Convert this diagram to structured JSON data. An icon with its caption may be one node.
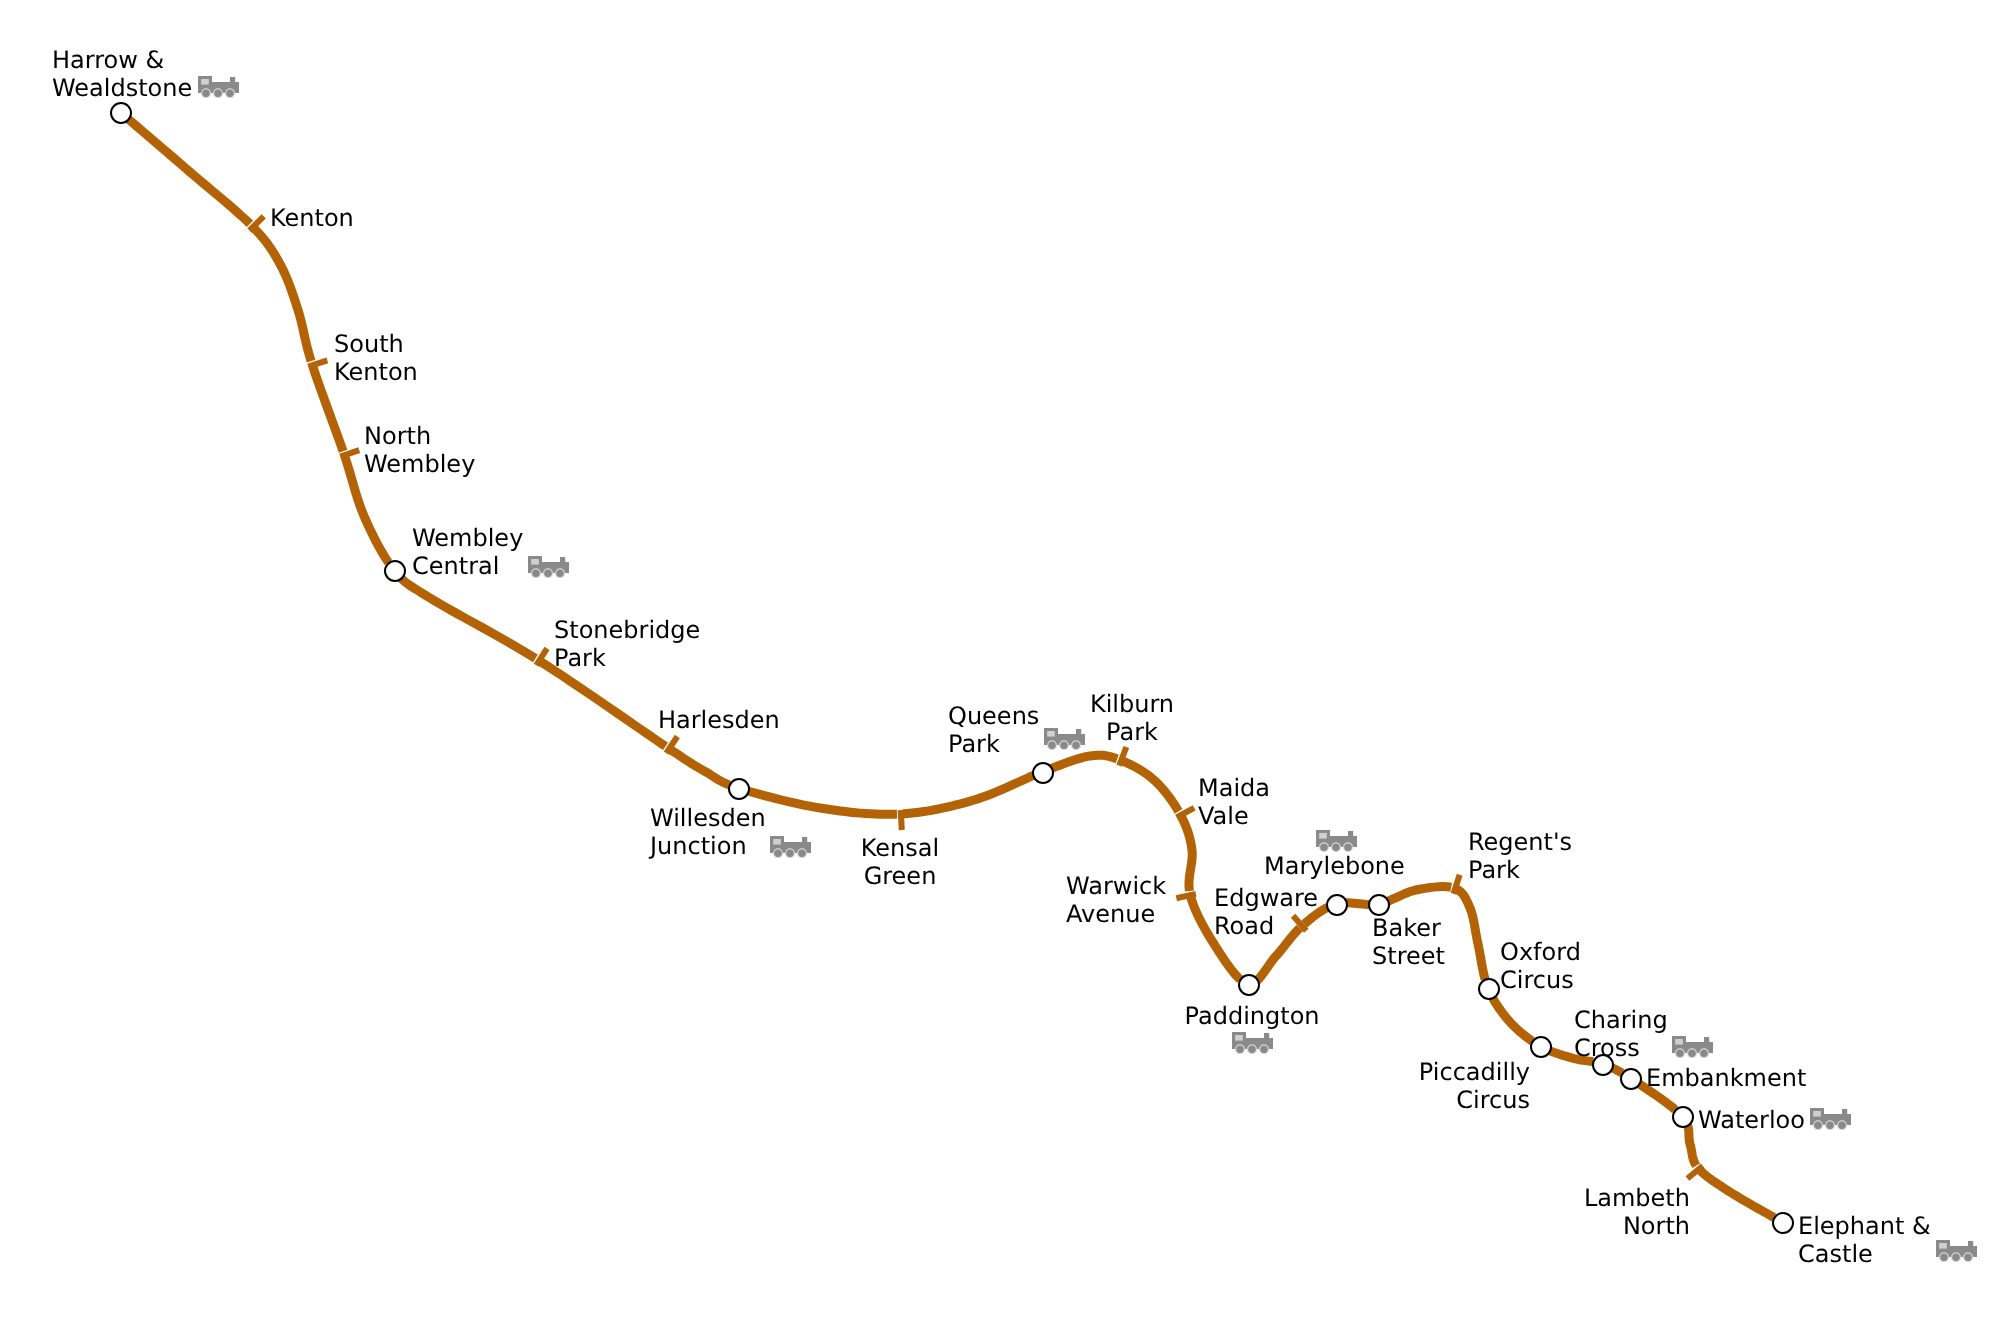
{
  "diagram": {
    "nodes": [
      {
        "text": [],
        "shape": "circle",
        "beside": [
          "Harrow & Wealdstone"
        ]
      },
      {
        "text": [],
        "shape": "bar",
        "beside": [
          "Kenton"
        ]
      },
      {
        "text": [],
        "shape": "bar",
        "beside": [
          "South Kenton"
        ]
      },
      {
        "text": [],
        "shape": "bar",
        "beside": [
          "North Wembley"
        ]
      },
      {
        "text": [],
        "shape": "circle",
        "beside": [
          "Wembley Central"
        ]
      },
      {
        "text": [],
        "shape": "bar",
        "beside": [
          "Stonebridge Park"
        ]
      },
      {
        "text": [],
        "shape": "bar",
        "beside": [
          "Harlesden"
        ]
      },
      {
        "text": [],
        "shape": "circle",
        "beside": [
          "Willesden Junction"
        ]
      },
      {
        "text": [],
        "shape": "bar",
        "beside": [
          "Kensal Green"
        ]
      },
      {
        "text": [],
        "shape": "circle",
        "beside": [
          "Queens Park"
        ]
      },
      {
        "text": [],
        "shape": "bar",
        "beside": [
          "Kilburn Park"
        ]
      },
      {
        "text": [],
        "shape": "bar",
        "beside": [
          "Maida Vale"
        ]
      },
      {
        "text": [],
        "shape": "bar",
        "beside": [
          "Warwick Avenue"
        ]
      },
      {
        "text": [],
        "shape": "circle",
        "beside": [
          "Paddington"
        ]
      },
      {
        "text": [],
        "shape": "bar",
        "beside": [
          "Edgware Road"
        ]
      },
      {
        "text": [],
        "shape": "circle",
        "beside": [
          "Marylebone"
        ]
      },
      {
        "text": [],
        "shape": "circle",
        "beside": [
          "Baker Street"
        ]
      },
      {
        "text": [],
        "shape": "bar",
        "beside": [
          "Regent's Park"
        ]
      },
      {
        "text": [],
        "shape": "circle",
        "beside": [
          "Oxford Circus"
        ]
      },
      {
        "text": [],
        "shape": "circle",
        "beside": [
          "Piccadilly Circus"
        ]
      },
      {
        "text": [],
        "shape": "circle",
        "beside": [
          "Charing Cross"
        ]
      },
      {
        "text": [],
        "shape": "circle",
        "beside": [
          "Embankment"
        ]
      },
      {
        "text": [],
        "shape": "circle",
        "beside": [
          "Waterloo"
        ]
      },
      {
        "text": [],
        "shape": "bar",
        "beside": [
          "Lambeth North"
        ]
      },
      {
        "text": [],
        "shape": "circle",
        "beside": [
          "Elephant & Castle"
        ]
      }
    ],
    "edges": [
      {
        "from": 0,
        "to": 1,
        "arrow": "none"
      },
      {
        "from": 1,
        "to": 2,
        "arrow": "none"
      },
      {
        "from": 2,
        "to": 3,
        "arrow": "none"
      },
      {
        "from": 3,
        "to": 4,
        "arrow": "none"
      },
      {
        "from": 4,
        "to": 5,
        "arrow": "none"
      },
      {
        "from": 5,
        "to": 6,
        "arrow": "none"
      },
      {
        "from": 6,
        "to": 7,
        "arrow": "none"
      },
      {
        "from": 7,
        "to": 8,
        "arrow": "none"
      },
      {
        "from": 8,
        "to": 9,
        "arrow": "none"
      },
      {
        "from": 9,
        "to": 10,
        "arrow": "none"
      },
      {
        "from": 10,
        "to": 11,
        "arrow": "none"
      },
      {
        "from": 11,
        "to": 12,
        "arrow": "none"
      },
      {
        "from": 12,
        "to": 13,
        "arrow": "none"
      },
      {
        "from": 13,
        "to": 14,
        "arrow": "none"
      },
      {
        "from": 14,
        "to": 15,
        "arrow": "none"
      },
      {
        "from": 15,
        "to": 16,
        "arrow": "none"
      },
      {
        "from": 16,
        "to": 17,
        "arrow": "none"
      },
      {
        "from": 17,
        "to": 18,
        "arrow": "none"
      },
      {
        "from": 18,
        "to": 19,
        "arrow": "none"
      },
      {
        "from": 19,
        "to": 20,
        "arrow": "none"
      },
      {
        "from": 20,
        "to": 21,
        "arrow": "none"
      },
      {
        "from": 21,
        "to": 22,
        "arrow": "none"
      },
      {
        "from": 22,
        "to": 23,
        "arrow": "none"
      },
      {
        "from": 23,
        "to": 24,
        "arrow": "none"
      }
    ]
  }
}
